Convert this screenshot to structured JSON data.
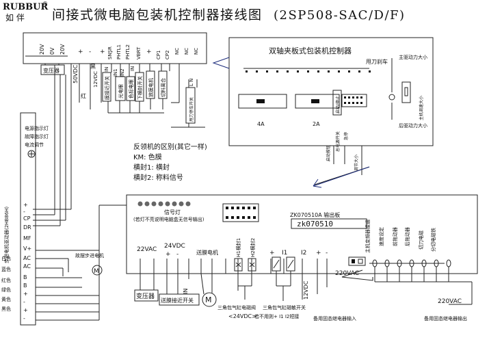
{
  "header": {
    "brand": "RUBBUR",
    "brand_mark": "®",
    "brand_cn": "如  伴",
    "title": "间接式微电脑包装机控制器接线图",
    "model": "(2SP508-SAC/D/F)"
  },
  "top_terminals": {
    "left_group": [
      "20V",
      "0V",
      "20V"
    ],
    "transformer_label": "变压器",
    "vdc_label": "50VDC",
    "right_labels": [
      "+",
      "-",
      "+",
      "-",
      "SNSR",
      "PHTL1",
      "PHTL2",
      "VBRT",
      "+",
      "CP1",
      "CP2",
      "NC",
      "NC",
      "NC"
    ],
    "sub_labels": [
      "12VDC",
      "IN",
      "IN1",
      "IN2",
      "IN"
    ],
    "device_labels": [
      "膜接近开关",
      "光电眼",
      "色标电眼",
      "下横封开关",
      "放膜电机",
      "切料离合"
    ],
    "red_label": "红",
    "black_label": "黑",
    "stop_switch": "甩刀停车开关",
    "ln_label": "L N"
  },
  "controller": {
    "title": "双轴夹板式包装机控制器",
    "stop_label": "甩刀刹车",
    "fuse_4a": "4A",
    "fuse_2a": "2A",
    "start_label": "启动/停止",
    "motor_speed": "主机调速大小",
    "main_power": "主驱动力大小",
    "rear_power": "后驱动力大小",
    "side_labels": [
      "启动按钮",
      "总电源开关",
      "调节大小"
    ],
    "emergency": "急停"
  },
  "stepper": {
    "labels": [
      "电源指示灯",
      "故障指示灯",
      "电流调节"
    ],
    "driver_label": "步进电机驱动器(2HB86H)",
    "pins": [
      "+",
      "-",
      "CP",
      "DR",
      "MF",
      "V+",
      "AC",
      "AC",
      "B",
      "B",
      "+",
      "-",
      "+",
      "-"
    ],
    "wire_colors": [
      "白色",
      "蓝色",
      "红色",
      "绿色",
      "黄色",
      "黑色"
    ],
    "motor_label": "故摆步进电机",
    "motor_symbol": "M"
  },
  "notes": {
    "title": "反领机的区别(其它一样)",
    "km": "KM: 色膜",
    "heng1": "横封1: 横封",
    "heng2": "横封2: 称料信号"
  },
  "output_board": {
    "indicator_title": "信号灯",
    "indicator_note": "(若灯不亮说明电脑盒无信号输出)",
    "model_line": "ZK070510A 输出板",
    "model_box": "zk070510",
    "vac22": "22VAC",
    "vdc24": "24VDC",
    "film_motor": "送膜电机",
    "h1": "H1横封1",
    "h2": "H2横封2",
    "i1": "I1",
    "i2": "I2",
    "vdc12": "12VDC",
    "in_label": "IN",
    "transformer": "变压器",
    "prox_switch": "送膜接近开关",
    "m_symbol": "M",
    "valve_label": "三角包气缸电磁阀",
    "valve_voltage": "<24VDC>",
    "sensor_switch": "三角包气缸磁敏开关",
    "sensor_note": "若不用则+  I1  I2短接",
    "relay_input": "备用固态继电器输入",
    "vac220_left": "220VAC",
    "vac220_right": "220VAC",
    "relay_output": "备用固态继电器输出",
    "heater_labels": [
      "主机变频器接通",
      "速度设定",
      "前拖动器",
      "后拖动器",
      "切刀电磁",
      "分切电磁铁"
    ]
  }
}
